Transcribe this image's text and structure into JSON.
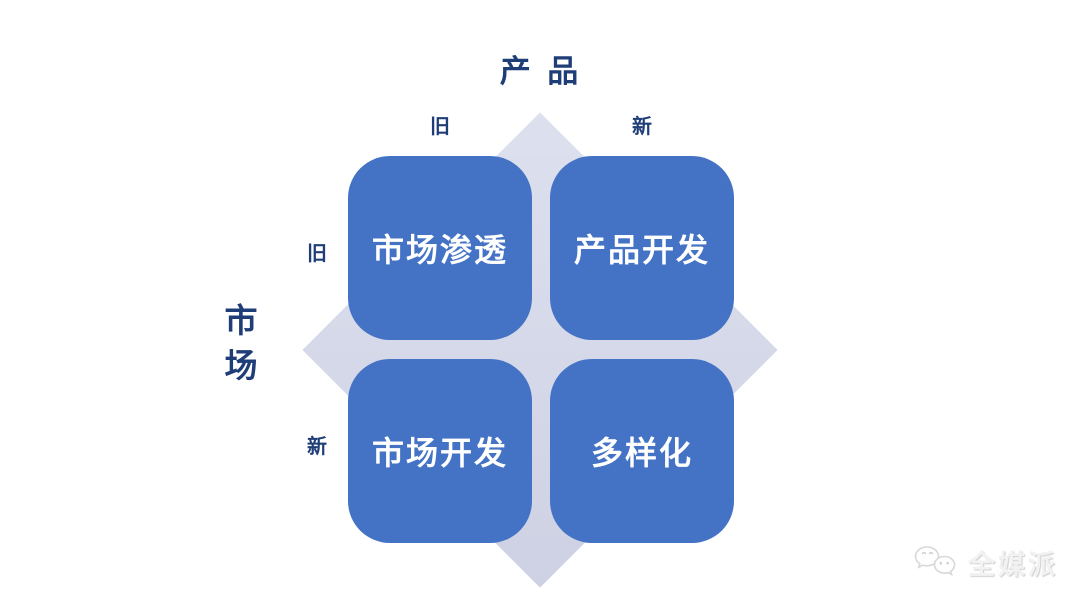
{
  "matrix": {
    "top_axis": {
      "title": "产 品",
      "old_label": "旧",
      "new_label": "新"
    },
    "left_axis": {
      "title": "市场",
      "old_label": "旧",
      "new_label": "新"
    },
    "quadrants": {
      "top_left": "市场渗透",
      "top_right": "产品开发",
      "bottom_left": "市场开发",
      "bottom_right": "多样化"
    }
  },
  "watermark": {
    "text": "全媒派",
    "icon": "wechat-chat-bubbles-icon"
  },
  "colors": {
    "quadrant_fill": "#4473C5",
    "quadrant_text": "#ffffff",
    "axis_text": "#1F3E78",
    "diamond_fill": "#D4D8E8",
    "background": "#ffffff",
    "watermark_text": "#f2f2f2"
  }
}
